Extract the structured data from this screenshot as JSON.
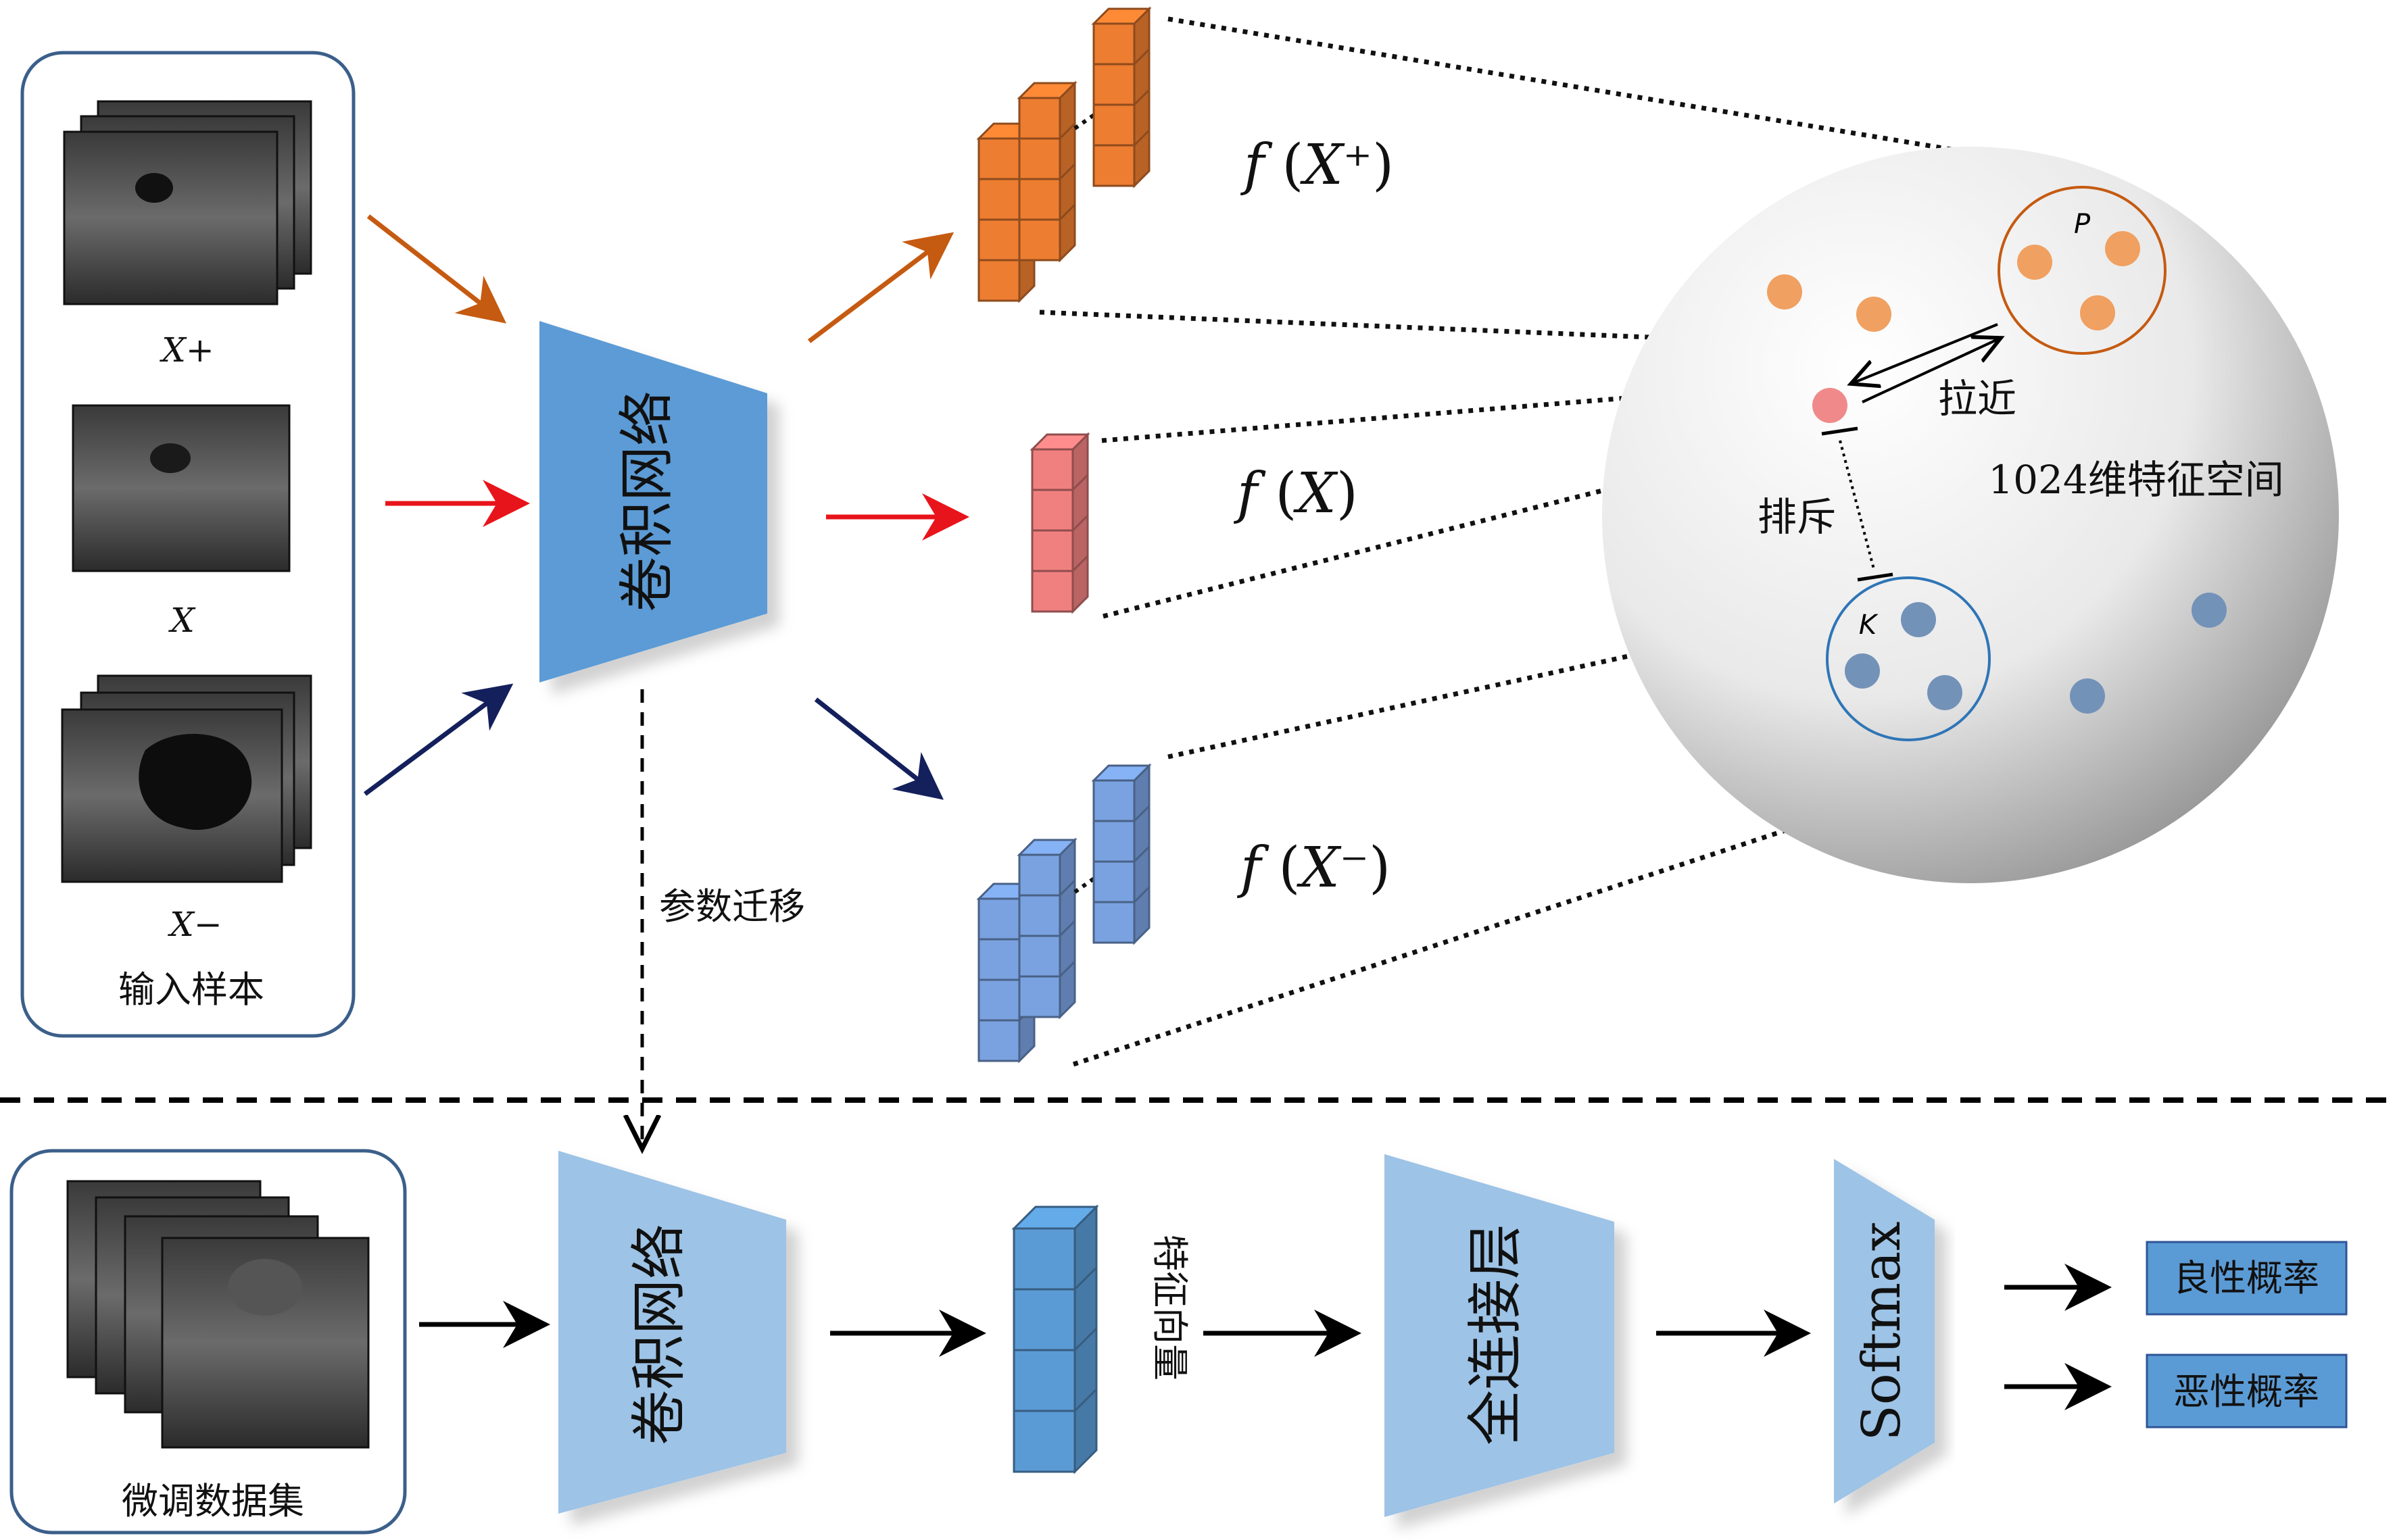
{
  "top_stage": {
    "input_box_label": "输入样本",
    "samples": [
      {
        "label": "X+",
        "arrow_color": "#c55a11"
      },
      {
        "label": "X",
        "arrow_color": "#e8141b"
      },
      {
        "label": "X−",
        "arrow_color": "#14205c"
      }
    ],
    "encoder_label": "卷积网络",
    "embeddings": [
      {
        "label": "f(X⁺)",
        "func": "f",
        "arg": "X⁺",
        "color": "#ed7d31"
      },
      {
        "label": "f(X)",
        "func": "f",
        "arg": "X",
        "color": "#f08080"
      },
      {
        "label": "f(X⁻)",
        "func": "f",
        "arg": "X⁻",
        "color": "#7aa2e0"
      }
    ],
    "transfer_label": "参数迁移"
  },
  "feature_space": {
    "title": "1024维特征空间",
    "positive_cluster_label": "P",
    "negative_cluster_label": "K",
    "pull_label": "拉近",
    "push_label": "排斥",
    "positive_color": "#f0a061",
    "anchor_color": "#f08a8a",
    "negative_color": "#7392b8"
  },
  "bottom_stage": {
    "dataset_label": "微调数据集",
    "encoder_label": "卷积网络",
    "feature_label": "特征向量",
    "fc_label": "全连接层",
    "softmax_label": "Softmax",
    "outputs": [
      "良性概率",
      "恶性概率"
    ]
  }
}
